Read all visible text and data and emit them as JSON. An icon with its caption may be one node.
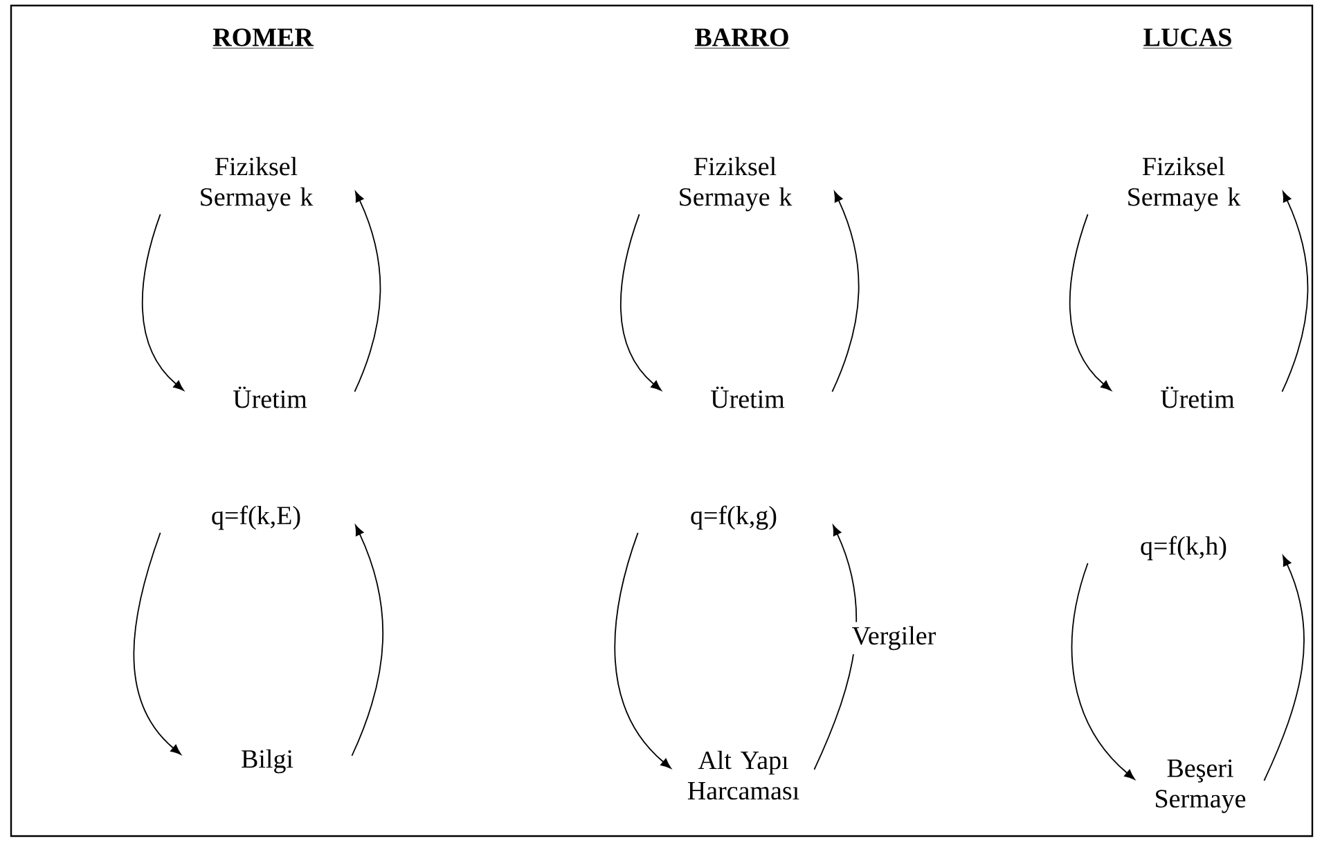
{
  "diagram": {
    "nodes": [
      {
        "text": [
          "Fiziksel Sermaye k"
        ]
      },
      {
        "text": [
          "Fiziksel Sermaye k"
        ]
      },
      {
        "text": [
          "Fiziksel Sermaye k"
        ]
      },
      {
        "text": [
          "Üretim"
        ]
      },
      {
        "text": [
          "Üretim"
        ]
      },
      {
        "text": [
          "Üretim"
        ]
      },
      {
        "text": [
          "q=f(k,E)"
        ]
      },
      {
        "text": [
          "q=f(k,g)"
        ]
      },
      {
        "text": [
          "q=f(k,h)"
        ]
      },
      {
        "text": [
          "Bilgi"
        ]
      },
      {
        "text": [
          "Alt Yapı Harcaması"
        ]
      },
      {
        "text": [
          "Beşeri Sermaye"
        ]
      }
    ],
    "edges": [
      {
        "from": 0,
        "to": 3,
        "arrow": "to"
      },
      {
        "from": 3,
        "to": 0,
        "arrow": "to"
      },
      {
        "from": 1,
        "to": 4,
        "arrow": "to"
      },
      {
        "from": 4,
        "to": 1,
        "arrow": "to"
      },
      {
        "from": 2,
        "to": 5,
        "arrow": "to"
      },
      {
        "from": 5,
        "to": 2,
        "arrow": "to"
      },
      {
        "from": 6,
        "to": 9,
        "arrow": "to"
      },
      {
        "from": 9,
        "to": 6,
        "arrow": "to"
      },
      {
        "from": 7,
        "to": 10,
        "arrow": "to"
      },
      {
        "from": 10,
        "to": 7,
        "label": "Vergiler",
        "arrow": "to"
      },
      {
        "from": 8,
        "to": 11,
        "arrow": "to"
      },
      {
        "from": 11,
        "to": 8,
        "arrow": "to"
      }
    ],
    "labels": [
      "ROMER",
      "BARRO",
      "LUCAS"
    ]
  }
}
